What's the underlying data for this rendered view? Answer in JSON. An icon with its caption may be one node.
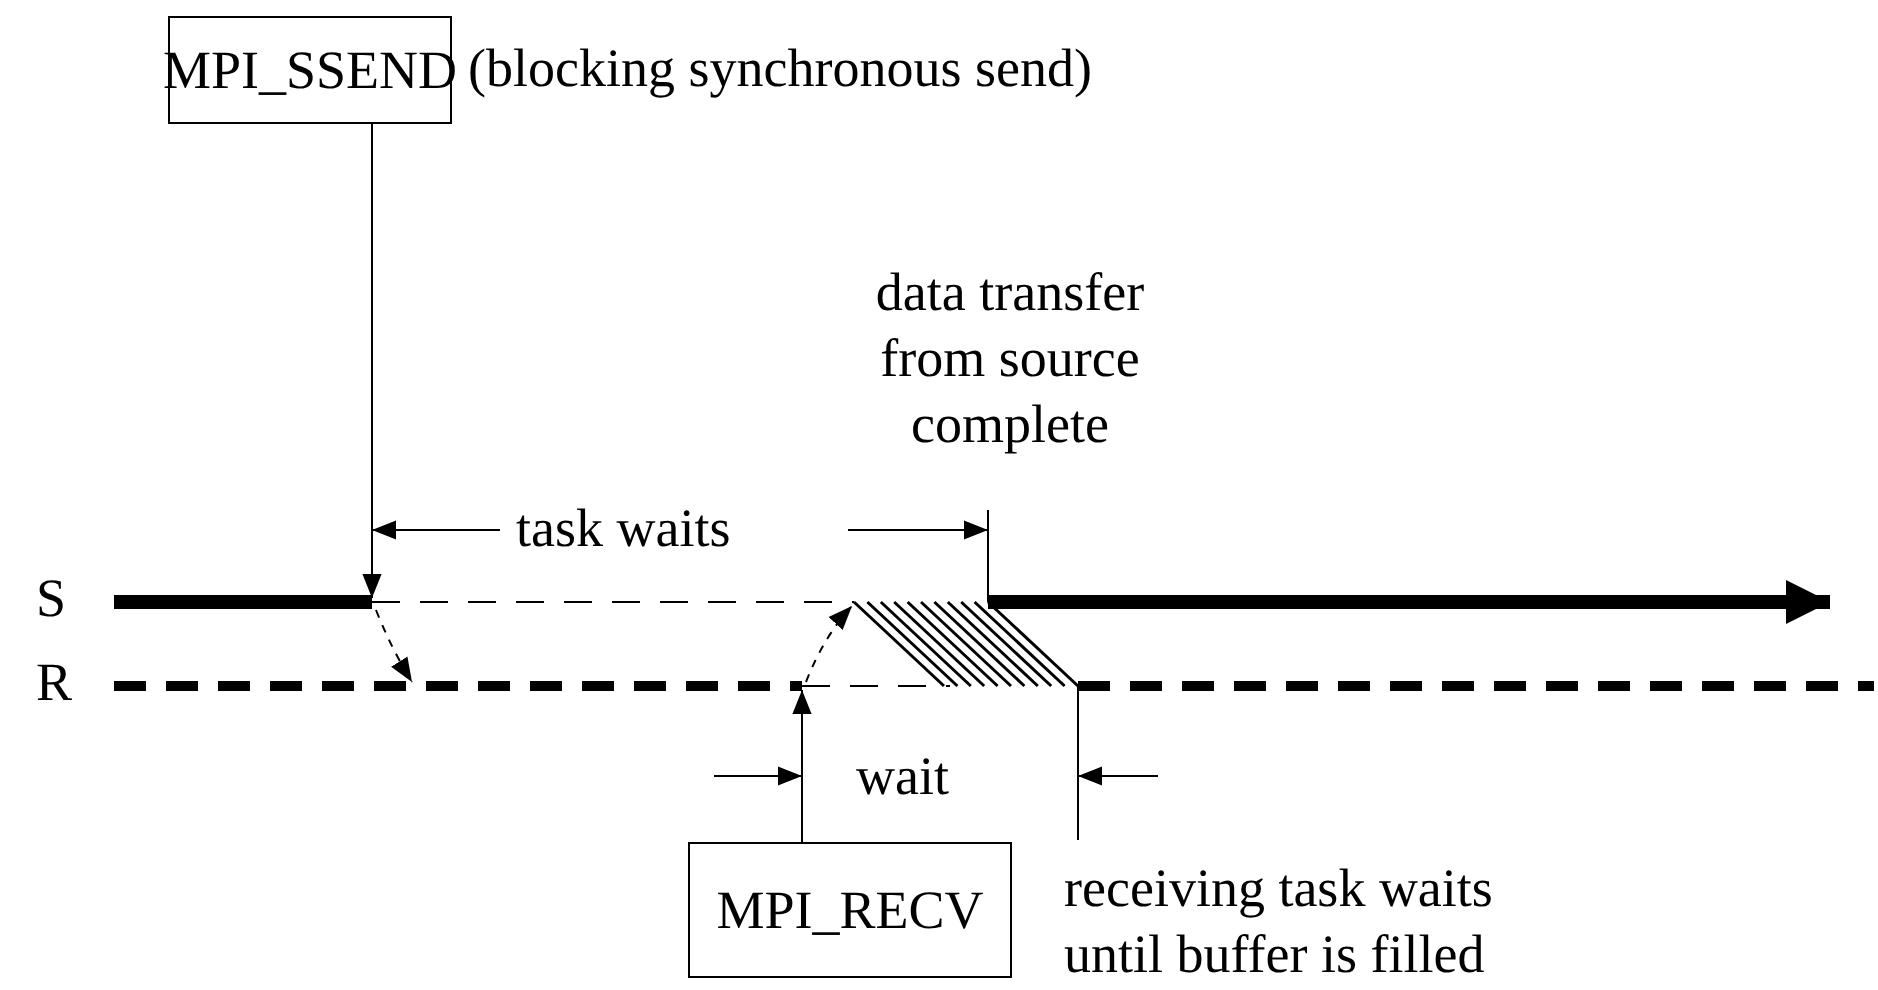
{
  "diagram": {
    "nodes": [
      {
        "text": [
          "MPI_SSEND"
        ],
        "beside": [
          "(blocking synchronous send)"
        ]
      },
      {
        "text": [
          "MPI_RECV"
        ]
      }
    ],
    "edges": [
      {
        "from": 0,
        "to": null,
        "arrow": "to"
      },
      {
        "from": 1,
        "to": null,
        "arrow": "to"
      }
    ],
    "labels": [
      "data transfer from source complete",
      "task waits",
      "S",
      "R",
      "wait",
      "receiving task waits until buffer is filled"
    ]
  }
}
